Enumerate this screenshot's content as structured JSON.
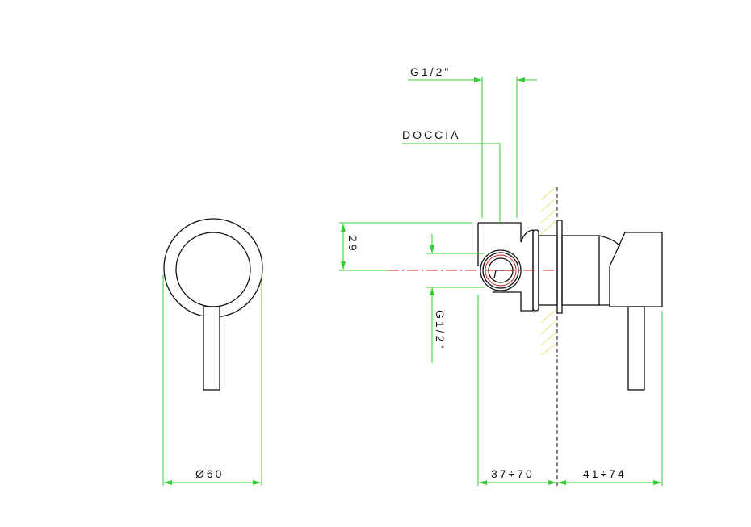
{
  "drawing": {
    "dimensions": {
      "diameter": "Ø60",
      "depth_range_1": "37÷70",
      "depth_range_2": "41÷74",
      "height": "29",
      "thread_top": "G1/2\"",
      "thread_side": "G1/2\"",
      "outlet_label": "DOCCIA"
    },
    "colors": {
      "outline": "#111111",
      "dimension": "#33cc33",
      "centerline": "#cc2222",
      "wall_hatch": "#e6e67a"
    }
  }
}
